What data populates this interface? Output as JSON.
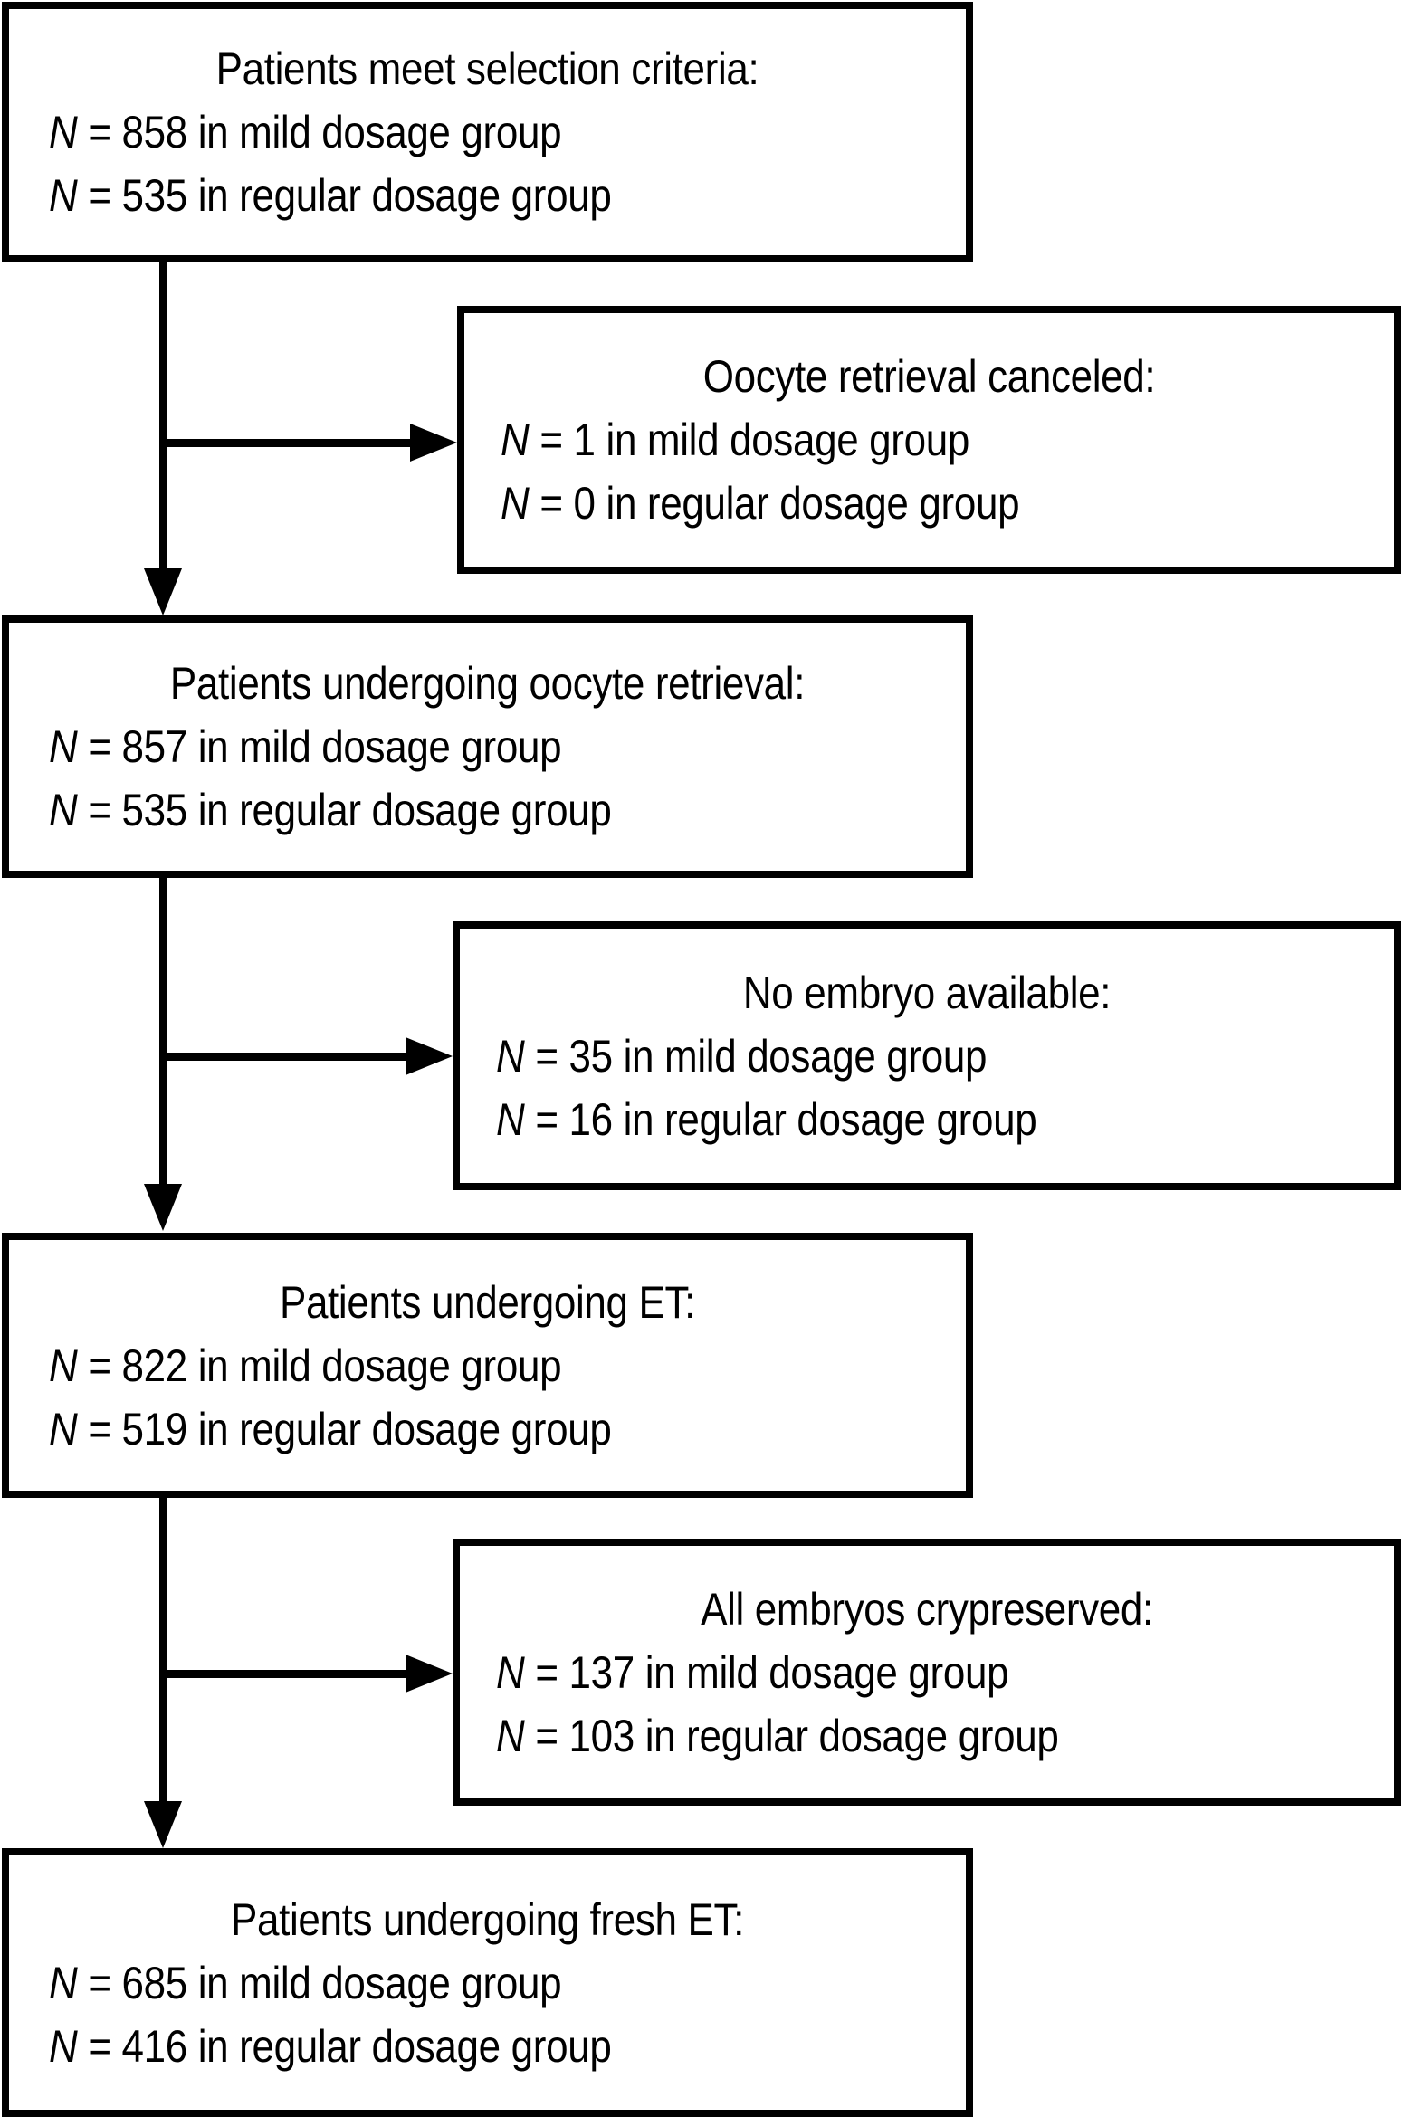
{
  "figure": {
    "type": "flowchart",
    "orientation": "vertical-with-right-exclusions",
    "line_color": "#000000",
    "box_border_color": "#000000",
    "background_color": "#ffffff"
  },
  "nodes": [
    {
      "id": "selection-criteria",
      "kind": "main",
      "title": "Patients meet selection criteria:",
      "lines": [
        {
          "var": "N",
          "eq": "= 858 in mild dosage group"
        },
        {
          "var": "N",
          "eq": "= 535 in regular dosage group"
        }
      ]
    },
    {
      "id": "oocyte-retrieval-canceled",
      "kind": "exclusion",
      "title": "Oocyte retrieval canceled:",
      "lines": [
        {
          "var": "N",
          "eq": "= 1 in mild dosage group"
        },
        {
          "var": "N",
          "eq": "= 0 in regular dosage group"
        }
      ]
    },
    {
      "id": "undergoing-oocyte-retrieval",
      "kind": "main",
      "title": "Patients undergoing oocyte retrieval:",
      "lines": [
        {
          "var": "N",
          "eq": "= 857 in mild dosage group"
        },
        {
          "var": "N",
          "eq": "= 535 in regular dosage group"
        }
      ]
    },
    {
      "id": "no-embryo-available",
      "kind": "exclusion",
      "title": "No embryo available:",
      "lines": [
        {
          "var": "N",
          "eq": "= 35 in mild dosage group"
        },
        {
          "var": "N",
          "eq": "= 16 in regular dosage group"
        }
      ]
    },
    {
      "id": "undergoing-et",
      "kind": "main",
      "title": "Patients undergoing ET:",
      "lines": [
        {
          "var": "N",
          "eq": "= 822 in mild dosage group"
        },
        {
          "var": "N",
          "eq": "= 519 in regular dosage group"
        }
      ]
    },
    {
      "id": "all-embryos-crypreserved",
      "kind": "exclusion",
      "title": "All embryos crypreserved:",
      "lines": [
        {
          "var": "N",
          "eq": "= 137 in mild dosage group"
        },
        {
          "var": "N",
          "eq": "= 103 in regular dosage group"
        }
      ]
    },
    {
      "id": "undergoing-fresh-et",
      "kind": "main",
      "title": "Patients undergoing fresh ET:",
      "lines": [
        {
          "var": "N",
          "eq": "= 685 in mild dosage group"
        },
        {
          "var": "N",
          "eq": "= 416 in regular dosage group"
        }
      ]
    }
  ]
}
